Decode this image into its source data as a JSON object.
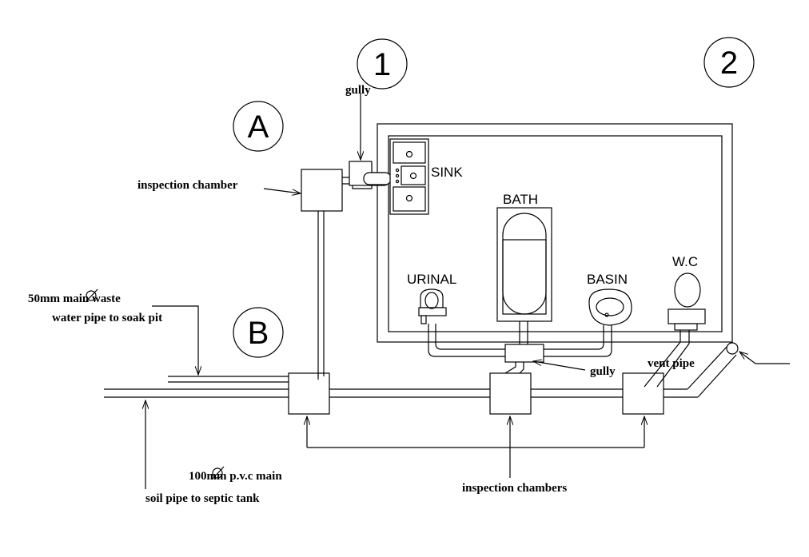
{
  "grid_markers": {
    "one": "1",
    "two": "2",
    "a": "A",
    "b": "B"
  },
  "fixtures": {
    "sink": "SINK",
    "bath": "BATH",
    "urinal": "URINAL",
    "basin": "BASIN",
    "wc": "W.C"
  },
  "annotations": {
    "gully_top": "gully",
    "inspection_chamber": "inspection chamber",
    "waste_line1": "50mm   main waste",
    "waste_line2": "water pipe to soak pit",
    "gully_bottom": "gully",
    "vent_pipe": "vent pipe",
    "pvc_line1": "100mm   p.v.c main",
    "pvc_line2": "soil pipe to septic tank",
    "inspection_chambers": "inspection chambers"
  }
}
